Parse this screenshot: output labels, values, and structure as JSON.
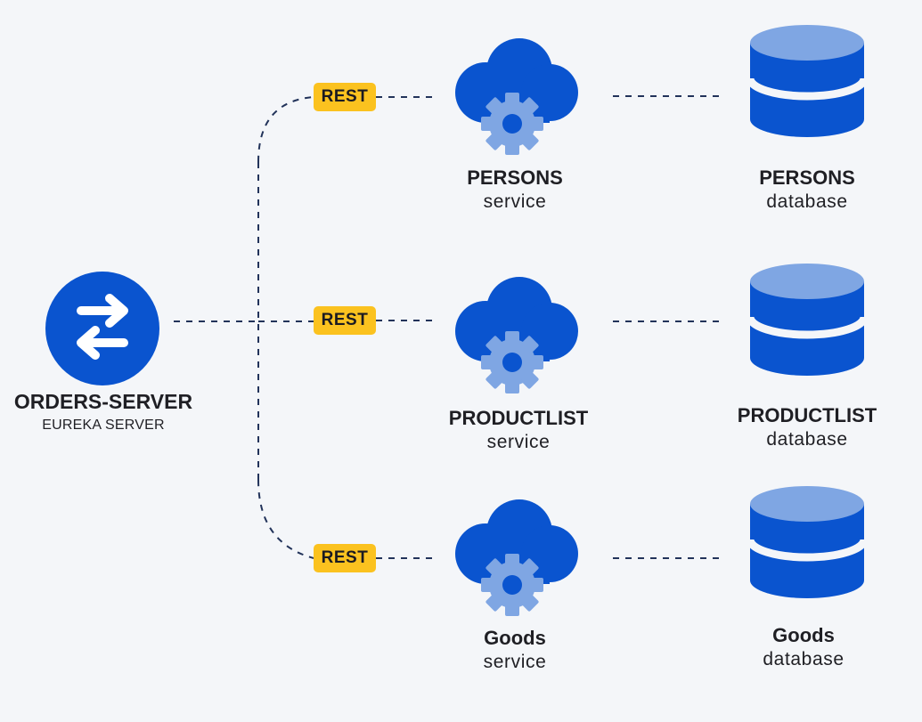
{
  "hub": {
    "name": "ORDERS-SERVER",
    "subtitle": "EUREKA SERVER",
    "icon": "swap-arrows-icon"
  },
  "connection_label": "REST",
  "services": [
    {
      "name": "PERSONS",
      "sub": "service",
      "icon": "cloud-gear-icon"
    },
    {
      "name": "PRODUCTLIST",
      "sub": "service",
      "icon": "cloud-gear-icon"
    },
    {
      "name": "Goods",
      "sub": "service",
      "icon": "cloud-gear-icon"
    }
  ],
  "databases": [
    {
      "name": "PERSONS",
      "sub": "database",
      "icon": "database-icon"
    },
    {
      "name": "PRODUCTLIST",
      "sub": "database",
      "icon": "database-icon"
    },
    {
      "name": "Goods",
      "sub": "database",
      "icon": "database-icon"
    }
  ],
  "colors": {
    "primary_blue": "#0a54cf",
    "light_blue": "#7fa6e3",
    "rest_badge": "#fbc21f",
    "dash_line": "#22335a",
    "background": "#f4f6f9"
  }
}
